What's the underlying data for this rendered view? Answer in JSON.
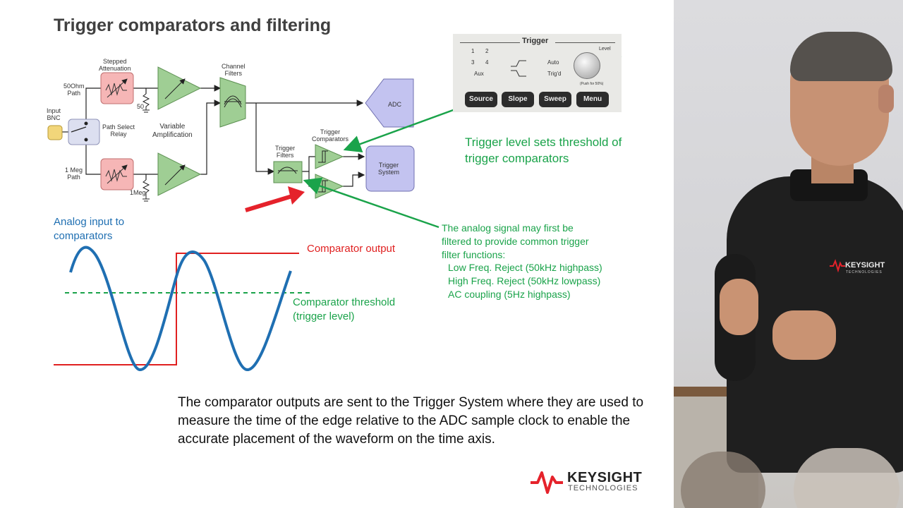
{
  "slide": {
    "title": "Trigger comparators and filtering",
    "diagram": {
      "stepped_attenuation": "Stepped\nAttenuation",
      "path_50ohm": "50Ohm\nPath",
      "resistor_50": "50",
      "input_bnc": "Input\nBNC",
      "path_select_relay": "Path Select\nRelay",
      "variable_amplification": "Variable\nAmplification",
      "channel_filters": "Channel\nFilters",
      "adc": "ADC",
      "path_1meg": "1 Meg\nPath",
      "resistor_1meg": "1Meg",
      "trigger_filters": "Trigger\nFilters",
      "trigger_comparators": "Trigger\nComparators",
      "trigger_system": "Trigger\nSystem"
    },
    "panel": {
      "header": "Trigger",
      "level": "Level",
      "push_label": "(Push for 50%)",
      "ch_1": "1",
      "ch_2": "2",
      "ch_3": "3",
      "ch_4": "4",
      "aux": "Aux",
      "auto": "Auto",
      "trigd": "Trig'd",
      "buttons": [
        "Source",
        "Slope",
        "Sweep",
        "Menu"
      ]
    },
    "annotations": {
      "trigger_level": "Trigger level sets threshold of\ntrigger comparators",
      "filter_intro": "The analog signal may first be\nfiltered to provide common trigger\nfilter functions:",
      "filter_items": [
        "Low Freq. Reject  (50kHz highpass)",
        "High Freq. Reject  (50kHz lowpass)",
        "AC coupling  (5Hz highpass)"
      ]
    },
    "waveform": {
      "analog_input": "Analog input to\ncomparators",
      "comparator_output": "Comparator output",
      "comparator_threshold": "Comparator threshold\n(trigger level)"
    },
    "bottom_text": "The comparator outputs are sent to the Trigger System where they are used to measure the time of the edge relative to the ADC sample clock to enable the accurate placement of the waveform on the time axis.",
    "logo": {
      "name": "KEYSIGHT",
      "sub": "TECHNOLOGIES"
    }
  },
  "speaker": {
    "shirt_logo": "KEYSIGHT",
    "shirt_logo_sub": "TECHNOLOGIES"
  },
  "colors": {
    "amp_green": "#9fce94",
    "filter_red": "#f6b6b6",
    "block_lavender": "#c3c3f0",
    "annotation_green": "#1aa34a",
    "wave_blue": "#1f6fb2",
    "output_red": "#e02020",
    "keysight_red": "#e5222b"
  }
}
